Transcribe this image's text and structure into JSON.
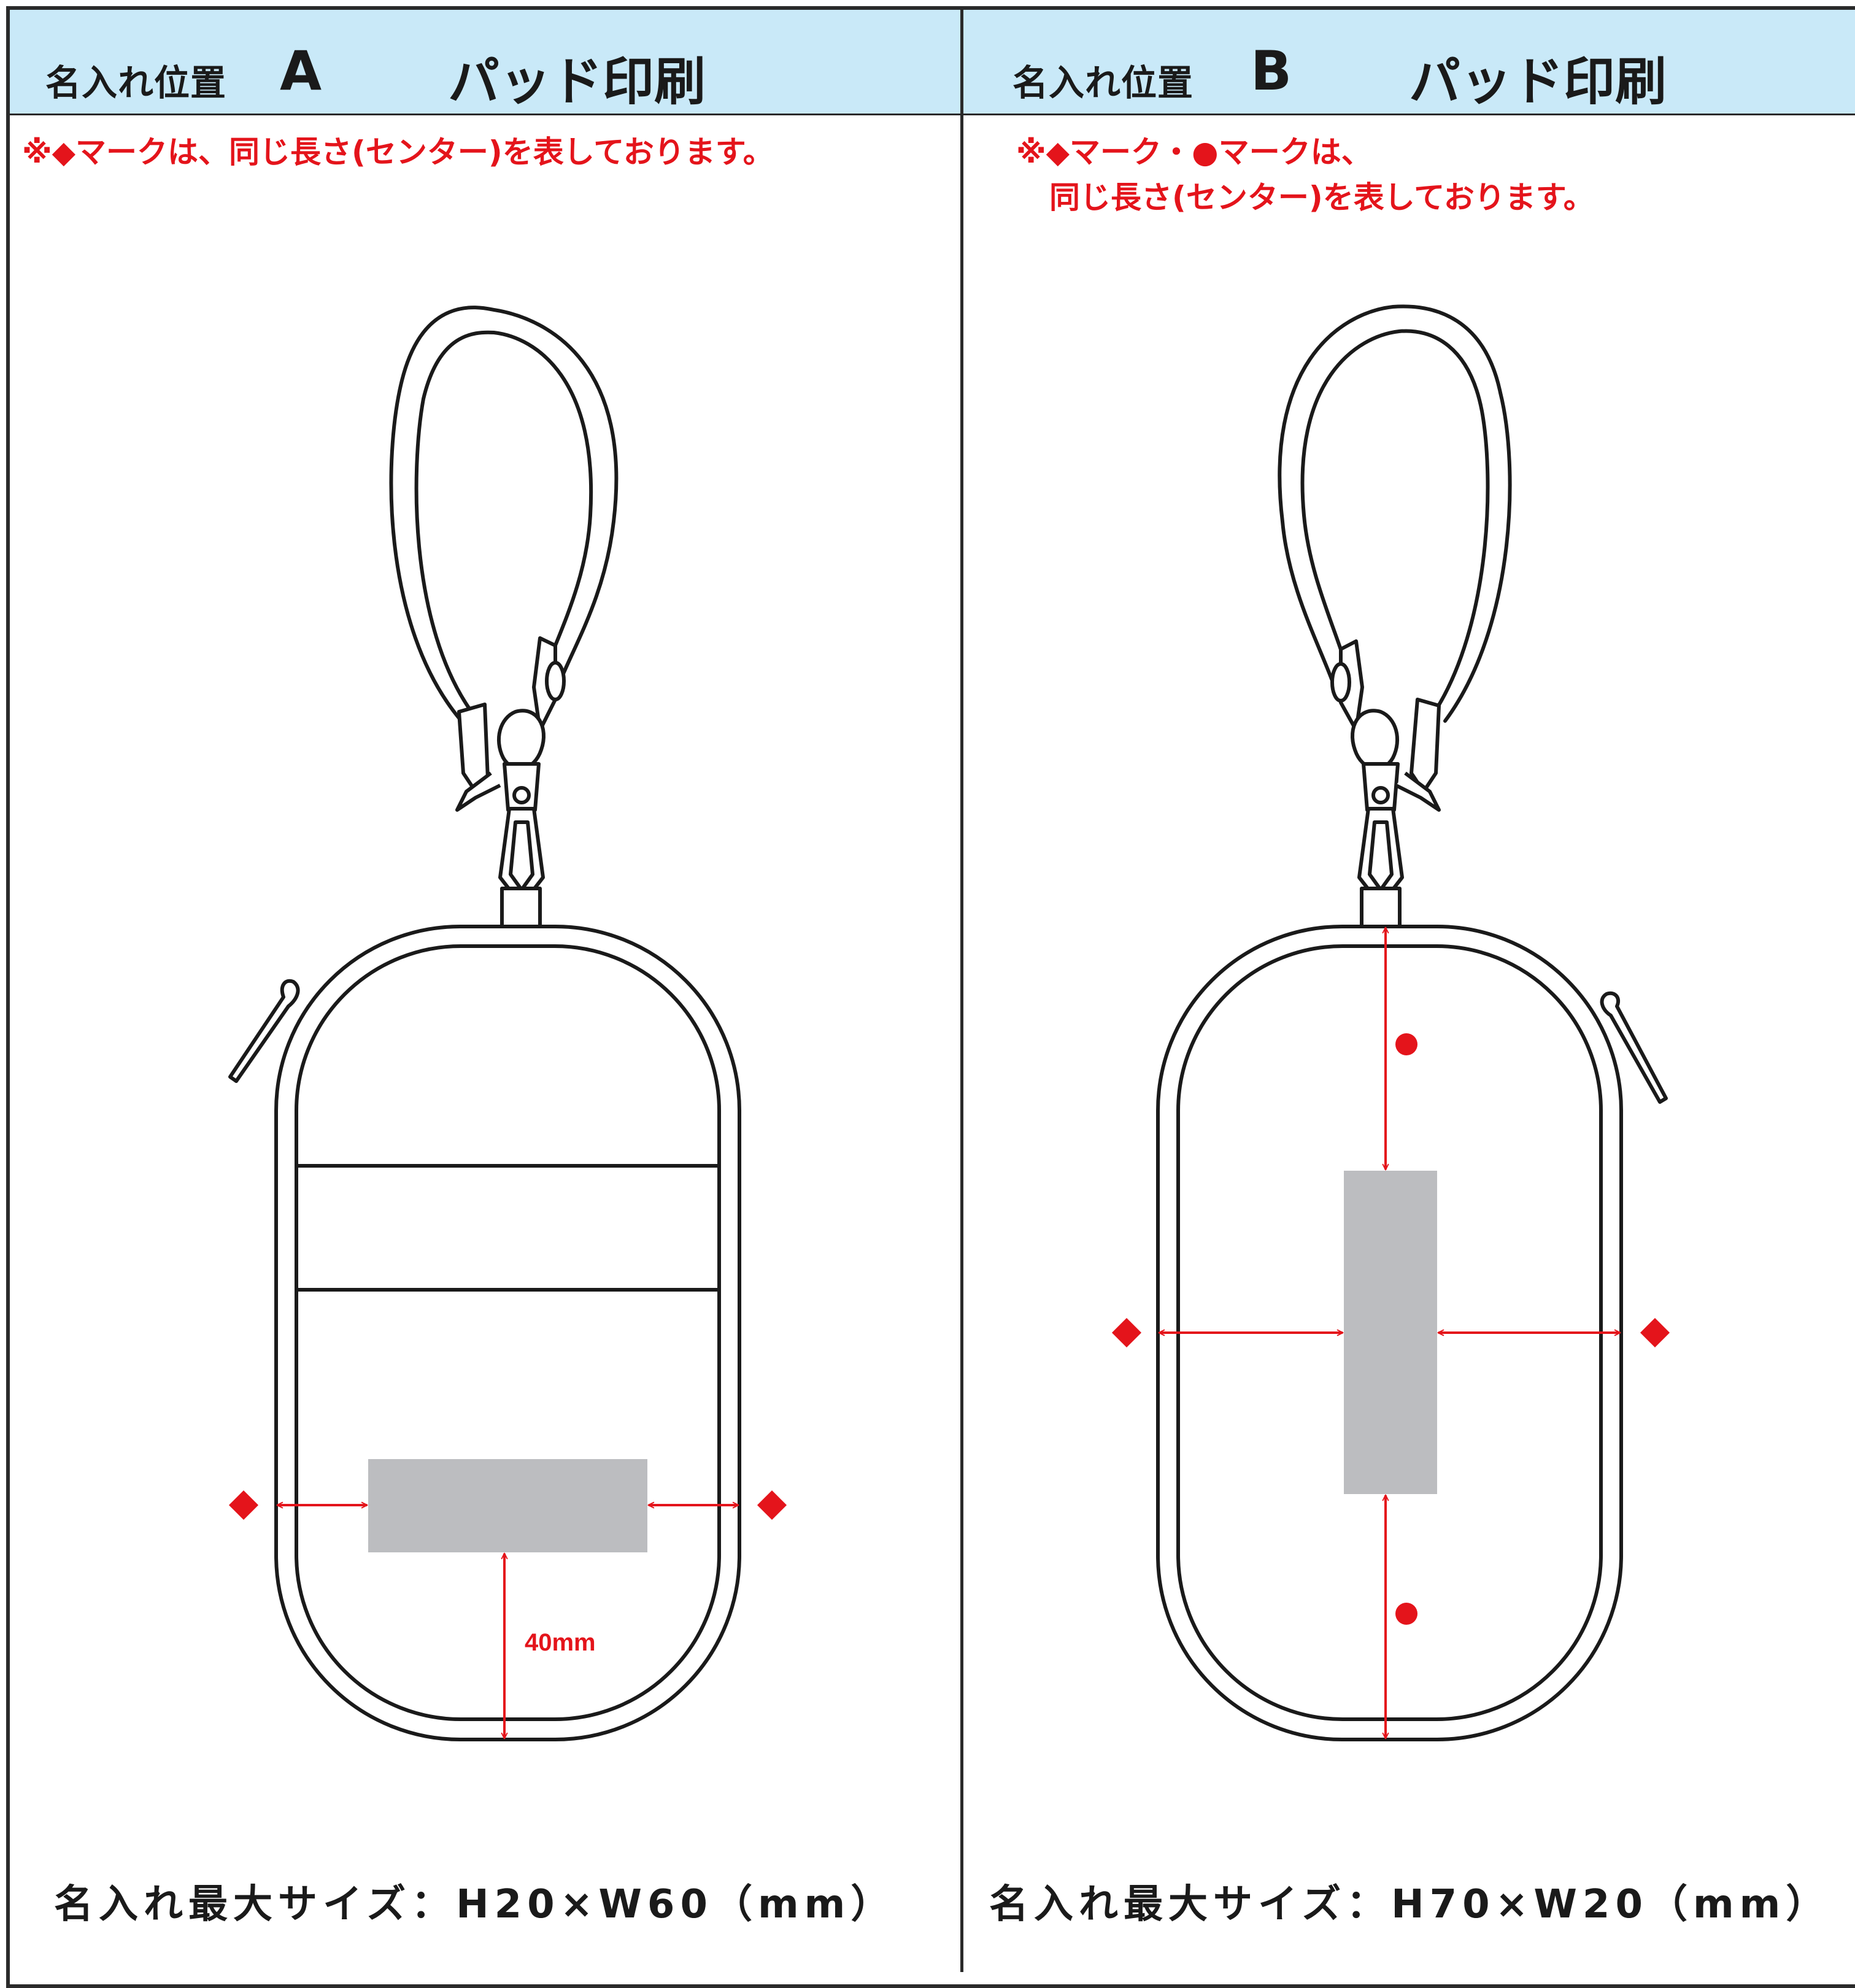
{
  "panels": [
    {
      "position_label": "名入れ位置",
      "letter": "A",
      "method": "パッド印刷",
      "note_lines": [
        "※◆マークは、同じ長さ(センター)を表しております。"
      ],
      "dimension_label": "40mm",
      "max_size": "名入れ最大サイズ：H20×W60（mm）"
    },
    {
      "position_label": "名入れ位置",
      "letter": "B",
      "method": "パッド印刷",
      "note_lines": [
        "※◆マーク・●マークは、",
        "同じ長さ(センター)を表しております。"
      ],
      "max_size": "名入れ最大サイズ：H70×W20（mm）"
    }
  ],
  "colors": {
    "header_bg": "#c9e9f8",
    "accent_red": "#e4141b",
    "print_area_gray": "#bcbdc0",
    "line": "#1a1a1a"
  }
}
